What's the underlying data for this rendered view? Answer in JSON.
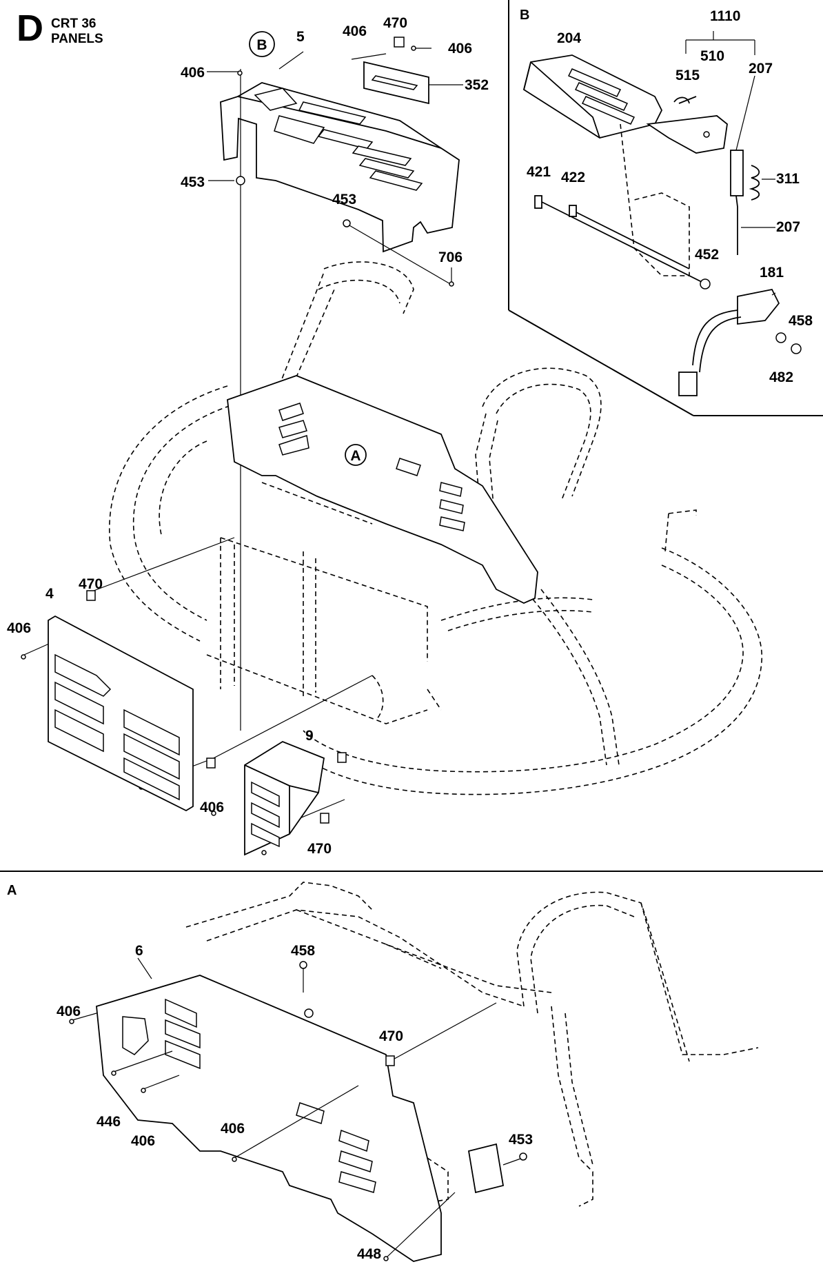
{
  "header": {
    "letter": "D",
    "model": "CRT 36",
    "title": "PANELS"
  },
  "sections": {
    "A": "A",
    "B": "B"
  },
  "callouts": {
    "A": "A",
    "B": "B"
  },
  "labels": {
    "main": {
      "p5": "5",
      "p406_top": "406",
      "p453_left": "453",
      "p470_top": "470",
      "p406_tr1": "406",
      "p406_tr2": "406",
      "p352": "352",
      "p453_mid": "453",
      "p706": "706",
      "p4": "4",
      "p470_left": "470",
      "p406_left": "406",
      "p9": "9",
      "p406_bot": "406",
      "p470_bot": "470"
    },
    "detailB": {
      "p204": "204",
      "p1110": "1110",
      "p510": "510",
      "p515": "515",
      "p207_top": "207",
      "p311": "311",
      "p207_mid": "207",
      "p421": "421",
      "p422": "422",
      "p452": "452",
      "p181": "181",
      "p458": "458",
      "p482": "482"
    },
    "detailA": {
      "p6": "6",
      "p458": "458",
      "p406_l": "406",
      "p470": "470",
      "p446": "446",
      "p406_m": "406",
      "p406_b": "406",
      "p453": "453",
      "p448": "448"
    }
  }
}
